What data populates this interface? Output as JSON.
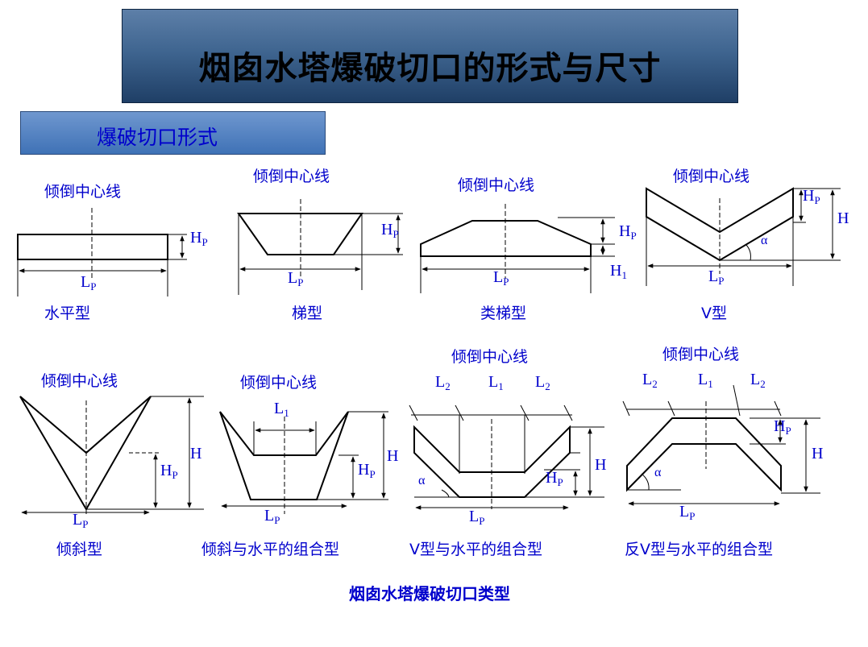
{
  "title": "烟囱水塔爆破切口的形式与尺寸",
  "section_label": "爆破切口形式",
  "center_line_label": "倾倒中心线",
  "diagrams": [
    {
      "name": "水平型"
    },
    {
      "name": "梯型"
    },
    {
      "name": "类梯型"
    },
    {
      "name": "V型"
    },
    {
      "name": "倾斜型"
    },
    {
      "name": "倾斜与水平的组合型"
    },
    {
      "name": "V型与水平的组合型"
    },
    {
      "name": "反V型与水平的组合型"
    }
  ],
  "dim_labels": {
    "L": "L",
    "H": "H",
    "sub_P": "P",
    "sub_1": "1",
    "sub_2": "2",
    "alpha": "α"
  },
  "figure_caption": "烟囱水塔爆破切口类型"
}
